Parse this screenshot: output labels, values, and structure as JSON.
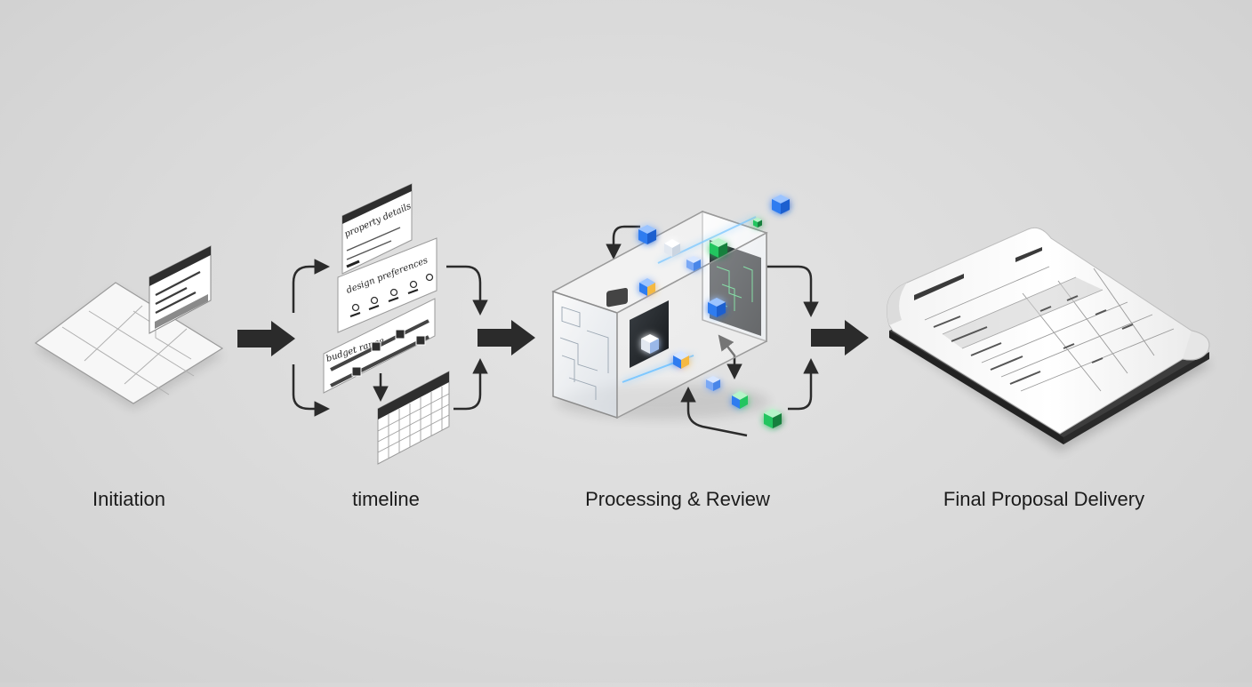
{
  "diagram": {
    "stages": [
      {
        "id": "initiation",
        "label": "Initiation"
      },
      {
        "id": "timeline",
        "label": "timeline"
      },
      {
        "id": "processing",
        "label": "Processing & Review"
      },
      {
        "id": "delivery",
        "label": "Final Proposal Delivery"
      }
    ],
    "cards": {
      "property_details": "property details",
      "design_preferences": "design preferences",
      "budget_range": "budget range"
    },
    "colors": {
      "background": "#d9d9d9",
      "arrow": "#2b2b2b",
      "accent_blue": "#2f7bf0",
      "accent_green": "#22c55e",
      "glow": "#7ec8ff"
    }
  }
}
